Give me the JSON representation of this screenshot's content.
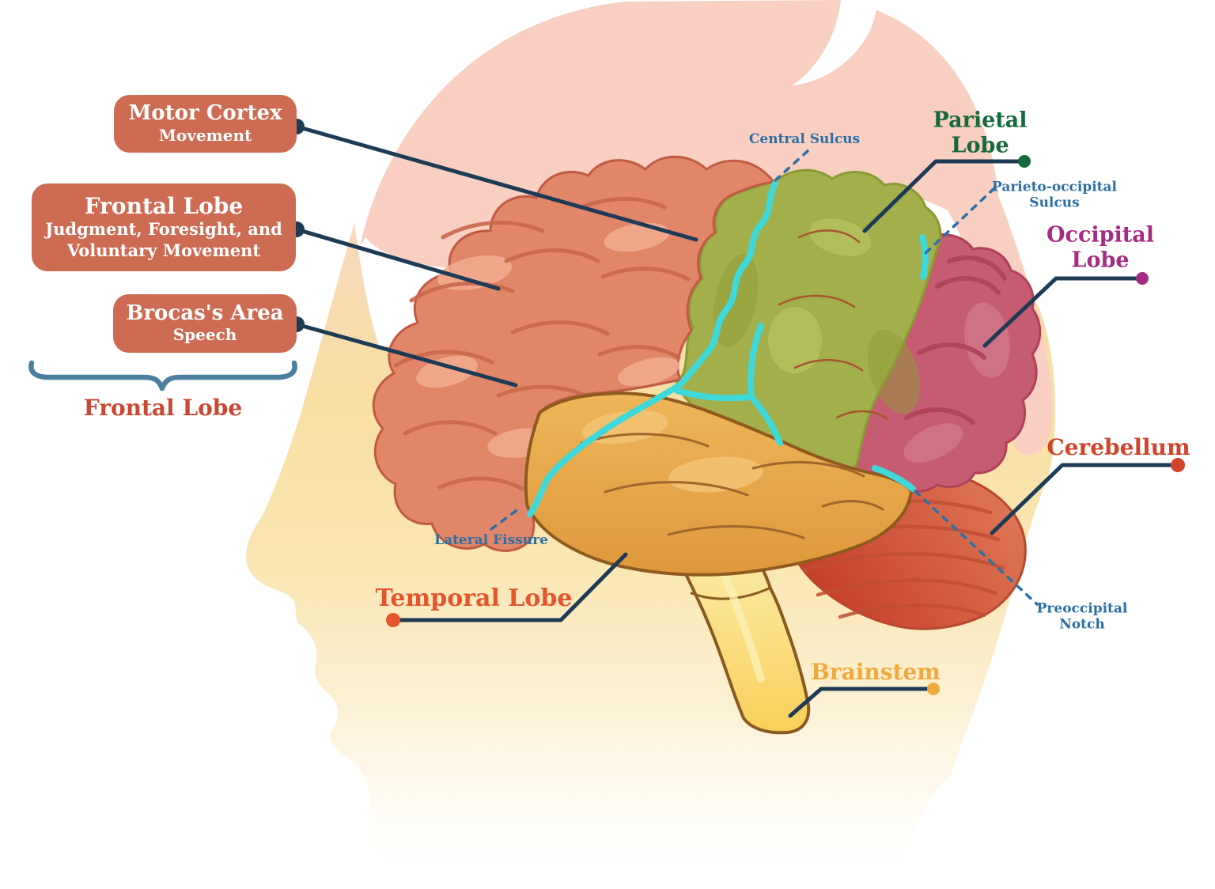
{
  "callout_boxes": [
    {
      "title": "Motor Cortex",
      "subtitle": "Movement"
    },
    {
      "title": "Frontal Lobe",
      "subtitle": "Judgment, Foresight, and\nVoluntary Movement"
    },
    {
      "title": "Brocas's Area",
      "subtitle": "Speech"
    }
  ],
  "brace_label": "Frontal Lobe",
  "labels": {
    "central_sulcus": "Central Sulcus",
    "parietal_lobe": "Parietal\nLobe",
    "parieto_occipital_sulcus": "Parieto-occipital\nSulcus",
    "occipital_lobe": "Occipital\nLobe",
    "cerebellum": "Cerebellum",
    "preoccipital_notch": "Preoccipital\nNotch",
    "lateral_fissure": "Lateral Fissure",
    "temporal_lobe": "Temporal Lobe",
    "brainstem": "Brainstem"
  },
  "colors": {
    "box_bg": "#cd6b53",
    "box_text": "#ffffff",
    "navy_line": "#1e3b56",
    "brace": "#4a7fa0",
    "frontal_label": "#cc4733",
    "blue_label": "#2c6fa6",
    "parietal_label": "#15693c",
    "occipital_label": "#a52c85",
    "cerebellum_label": "#d0452a",
    "temporal_label": "#e4552c",
    "brainstem_label": "#f0a93c",
    "frontal_fill": "#e28669",
    "parietal_fill": "#a2af4a",
    "occipital_fill": "#c65c72",
    "temporal_fill": "#e9ac4e",
    "cerebellum_fill": "#d55a3e",
    "brainstem_fill": "#fbdf7e",
    "sulcus_cyan": "#3fd9da",
    "hair_pink": "#f8cfc0",
    "face_yellow": "#f9dfa2"
  }
}
